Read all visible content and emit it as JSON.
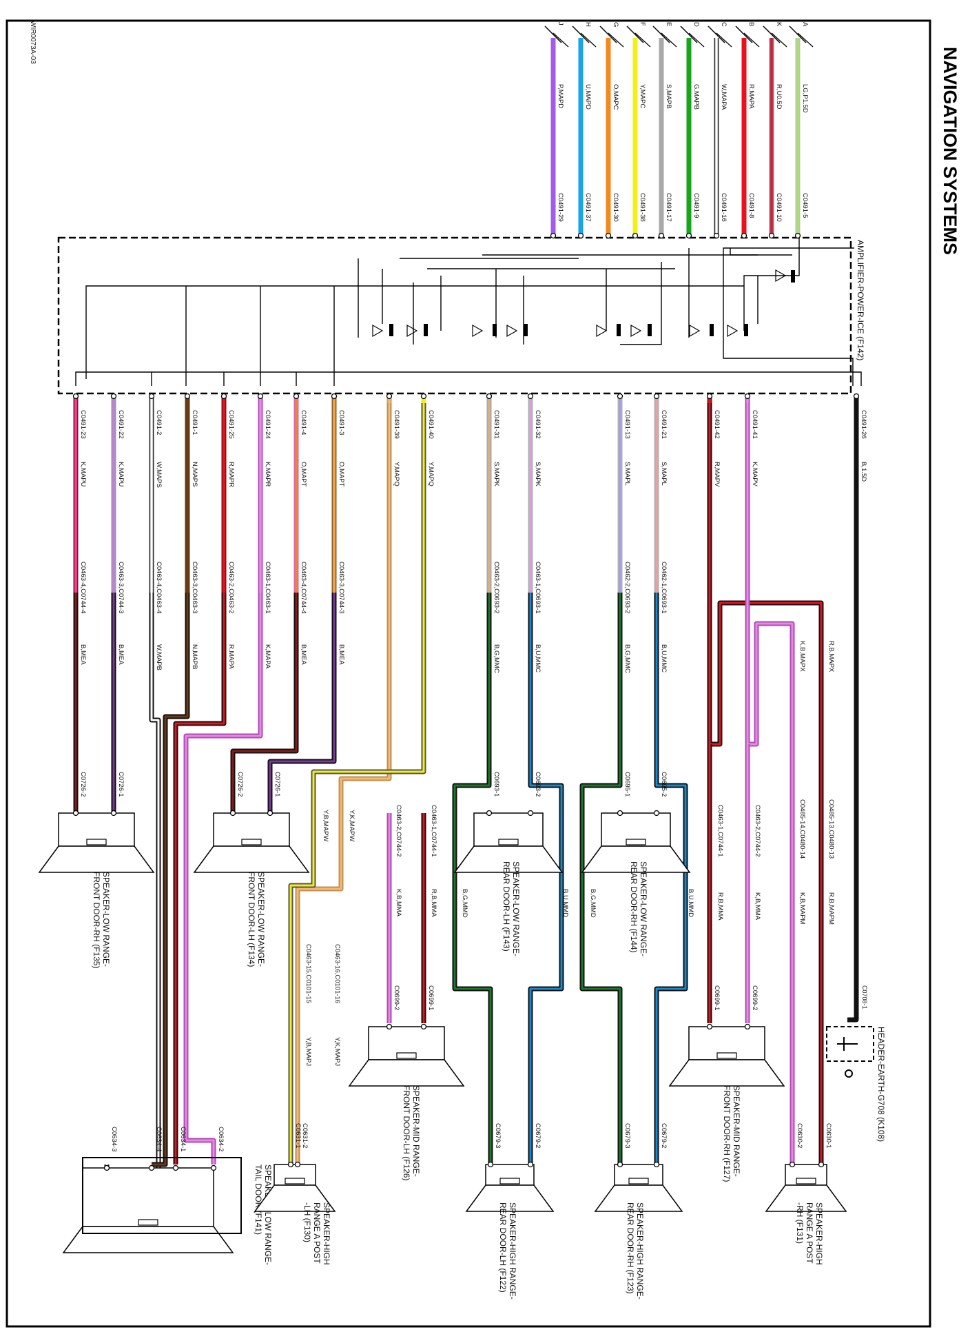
{
  "title": "NAVIGATION SYSTEMS",
  "figure_code": "WIR0073A-03",
  "amplifier": "AMPLIFIER-POWER-ICE (F142)",
  "top_connectors": [
    {
      "pin": "A",
      "wire": "LG,P1.5D",
      "conn": "C0491-5",
      "c1": "#a6e36a",
      "c2": "#c0c0c0"
    },
    {
      "pin": "K",
      "wire": "R,U0.5D",
      "conn": "C0491-10",
      "c1": "#d91e25",
      "c2": "#6f7db8"
    },
    {
      "pin": "B",
      "wire": "R,MAPA",
      "conn": "C0491-8",
      "c1": "#e8121f",
      "c2": "#e8121f"
    },
    {
      "pin": "C",
      "wire": "W,MAPA",
      "conn": "C0491-16",
      "c1": "#ffffff",
      "c2": "#ffffff"
    },
    {
      "pin": "D",
      "wire": "G,MAPB",
      "conn": "C0491-9",
      "c1": "#16a51b",
      "c2": "#16a51b"
    },
    {
      "pin": "E",
      "wire": "S,MAPB",
      "conn": "C0491-17",
      "c1": "#a9a9a9",
      "c2": "#a9a9a9"
    },
    {
      "pin": "F",
      "wire": "Y,MAPC",
      "conn": "C0491-38",
      "c1": "#f3f018",
      "c2": "#f3f018"
    },
    {
      "pin": "G",
      "wire": "O,MAPC",
      "conn": "C0491-30",
      "c1": "#f4881f",
      "c2": "#f4881f"
    },
    {
      "pin": "H",
      "wire": "U,MAPD",
      "conn": "C0491-37",
      "c1": "#1aa3e6",
      "c2": "#1aa3e6"
    },
    {
      "pin": "J",
      "wire": "P,MAPD",
      "conn": "C0491-29",
      "c1": "#a55be8",
      "c2": "#a55be8"
    }
  ],
  "bottom_pins": [
    {
      "conn": "C0491-23",
      "wire": "K,MAPU",
      "c1": "#f23ea5",
      "c2": "#8a1a1a"
    },
    {
      "conn": "C0491-22",
      "wire": "K,MAPU",
      "c1": "#c080e0",
      "c2": "#9b9b9b"
    },
    {
      "conn": "C0491-2",
      "wire": "W,MAPS",
      "c1": "#ffffff",
      "c2": "#ffffff"
    },
    {
      "conn": "C0491-1",
      "wire": "N,MAPS",
      "c1": "#6b3a12",
      "c2": "#6b3a12"
    },
    {
      "conn": "C0491-25",
      "wire": "R,MAPR",
      "c1": "#e8121f",
      "c2": "#8a1010"
    },
    {
      "conn": "C0491-24",
      "wire": "K,MAPR",
      "c1": "#e68ae0",
      "c2": "#b54ac0"
    },
    {
      "conn": "C0491-4",
      "wire": "O,MAPT",
      "c1": "#f4881f",
      "c2": "#d46ab0"
    },
    {
      "conn": "C0491-3",
      "wire": "O,MAPT",
      "c1": "#f4a64a",
      "c2": "#8a6030"
    },
    {
      "conn": "C0491-39",
      "wire": "Y,MAPQ",
      "c1": "#f4b878",
      "c2": "#d0a050"
    },
    {
      "conn": "C0491-40",
      "wire": "Y,MAPQ",
      "c1": "#f3f018",
      "c2": "#f3f018"
    },
    {
      "conn": "C0491-31",
      "wire": "S,MAPK",
      "c1": "#e0b07a",
      "c2": "#9aa9b8"
    },
    {
      "conn": "C0491-32",
      "wire": "S,MAPK",
      "c1": "#d9a0e0",
      "c2": "#b0b0b0"
    },
    {
      "conn": "C0491-13",
      "wire": "S,MAPL",
      "c1": "#a0a0e8",
      "c2": "#b0b0b0"
    },
    {
      "conn": "C0491-21",
      "wire": "S,MAPL",
      "c1": "#e8a0a0",
      "c2": "#b0b0b0"
    },
    {
      "conn": "C0491-42",
      "wire": "R,MAPV",
      "c1": "#e8121f",
      "c2": "#8a1010"
    },
    {
      "conn": "C0491-41",
      "wire": "K,MAPV",
      "c1": "#e68ae0",
      "c2": "#b04ab8"
    },
    {
      "conn": "C0491-26",
      "wire": "B,1.5D",
      "c1": "#111111",
      "c2": "#111111"
    }
  ],
  "mid_wires": [
    {
      "conn": "C0463-4,C0744-4",
      "wire": "B,MEA",
      "c1": "#111111",
      "c2": "#8a1a1a"
    },
    {
      "conn": "C0463-3,C0744-3",
      "wire": "B,MEA",
      "c1": "#111111",
      "c2": "#7a3a9a"
    },
    {
      "conn": "C0463-4,C0463-4",
      "wire": "W,MAPB",
      "c1": "#ffffff",
      "c2": "#ffffff"
    },
    {
      "conn": "C0463-3,C0463-3",
      "wire": "N,MAPB",
      "c1": "#6b3a12",
      "c2": "#6b3a12"
    },
    {
      "conn": "C0463-2,C0463-2",
      "wire": "R,MAPA",
      "c1": "#e8121f",
      "c2": "#8a1010"
    },
    {
      "conn": "C0463-1,C0463-1",
      "wire": "K,MAPA",
      "c1": "#e68ae0",
      "c2": "#b04ab8"
    },
    {
      "conn": "C0463-4,C0744-4",
      "wire": "B,MEA",
      "c1": "#111111",
      "c2": "#8a1a1a"
    },
    {
      "conn": "C0463-3,C0744-3",
      "wire": "B,MEA",
      "c1": "#111111",
      "c2": "#7a3a9a"
    },
    {
      "conn": "C0463-2,C0693-2",
      "wire": "B,G,MMC",
      "c1": "#111111",
      "c2": "#1a7a2a"
    },
    {
      "conn": "C0463-1,C0693-1",
      "wire": "B,U,MMC",
      "c1": "#111111",
      "c2": "#1a8ad0"
    },
    {
      "conn": "C0462-2,C0693-2",
      "wire": "B,G,MMC",
      "c1": "#111111",
      "c2": "#1a7a2a"
    },
    {
      "conn": "C0462-1,C0693-1",
      "wire": "B,U,MMC",
      "c1": "#111111",
      "c2": "#1a8ad0"
    },
    {
      "conn": "C0463-1,C0744-1",
      "wire": "R,B,MMA",
      "c1": "#e8121f",
      "c2": "#111111"
    },
    {
      "conn": "C0463-2,C0744-2",
      "wire": "K,B,MMA",
      "c1": "#e68ae0",
      "c2": "#b04ab8"
    }
  ],
  "speakers": [
    {
      "name_l1": "SPEAKER-LOW RANGE-",
      "name_l2": "FRONT DOOR-RH (F135)",
      "pins": [
        "C0726-2",
        "C0726-1"
      ]
    },
    {
      "name_l1": "SPEAKER-LOW RANGE-",
      "name_l2": "FRONT DOOR-LH (F134)",
      "pins": [
        "C0726-2",
        "C0726-1"
      ]
    },
    {
      "name_l1": "SPEAKER-LOW RANGE-",
      "name_l2": "REAR DOOR-LH (F143)",
      "pins": [
        "C0693-1",
        "C0693-2"
      ]
    },
    {
      "name_l1": "SPEAKER-LOW RANGE-",
      "name_l2": "REAR DOOR-RH (F144)",
      "pins": [
        "C0695-1",
        "C0695-2"
      ]
    },
    {
      "name_l1": "SPEAKER-MID RANGE-",
      "name_l2": "FRONT DOOR-LH (F126)",
      "pins": [
        "C0699-2",
        "C0699-1"
      ]
    },
    {
      "name_l1": "SPEAKER-MID RANGE-",
      "name_l2": "FRONT DOOR-RH (F127)",
      "pins": [
        "C0699-1",
        "C0699-2"
      ]
    },
    {
      "name_l1": "SPEAKERS-LOW RANGE-",
      "name_l2": "TAIL DOOR (F141)",
      "pins": [
        "C0634-3",
        "C0634-4",
        "C0634-1",
        "C0634-2"
      ]
    },
    {
      "name_l1": "SPEAKER-HIGH",
      "name_l2": "RANGE A POST",
      "name_l3": "-LH (F130)",
      "pins": [
        "C0631-1",
        "C0631-2"
      ]
    },
    {
      "name_l1": "SPEAKER-HIGH RANGE-",
      "name_l2": "REAR DOOR-LH (F122)",
      "pins": [
        "C0679-3",
        "C0679-2"
      ]
    },
    {
      "name_l1": "SPEAKER-HIGH RANGE-",
      "name_l2": "REAR DOOR-RH (F123)",
      "pins": [
        "C0679-3",
        "C0679-2"
      ]
    },
    {
      "name_l1": "SPEAKER-HIGH",
      "name_l2": "RANGE A POST",
      "name_l3": "-RH (F131)",
      "pins": [
        "C0630-2",
        "C0630-1"
      ]
    }
  ],
  "header_earth": "HEADER-EARTH-G708 (K108)",
  "header_conn": "C0708-1",
  "misc_labels": {
    "lower_left_1": "Y,B,MAPW",
    "lower_left_2": "Y,K,MAPW",
    "lower_left_3": "C0463-15,C0101-15",
    "lower_left_4": "C0463-16,C0101-16",
    "lower_left_5": "Y,B,MAPJ",
    "lower_left_6": "Y,K,MAPJ",
    "mid_l_1": "C0463-2,C0744-2",
    "mid_l_2": "C0463-1,C0744-1",
    "mid_l_3": "K,B,MMA",
    "mid_l_4": "R,B,MMA",
    "rear_1": "B,G,MMD",
    "rear_2": "B,U,MMD",
    "rear_3": "B,G,MMD",
    "rear_4": "B,U,MMD",
    "rh_1": "C0463-1,C0744-1",
    "rh_2": "C0463-2,C0744-2",
    "rh_3": "R,B,MMA",
    "rh_4": "K,B,MMA",
    "rhp_1": "C0485-14,C0480-14",
    "rhp_2": "C0485-13,C0480-13",
    "rhp_3": "K,B,MAPM",
    "rhp_4": "R,B,MAPM",
    "rhp_5": "K,B,MAPX",
    "rhp_6": "R,B,MAPX"
  }
}
